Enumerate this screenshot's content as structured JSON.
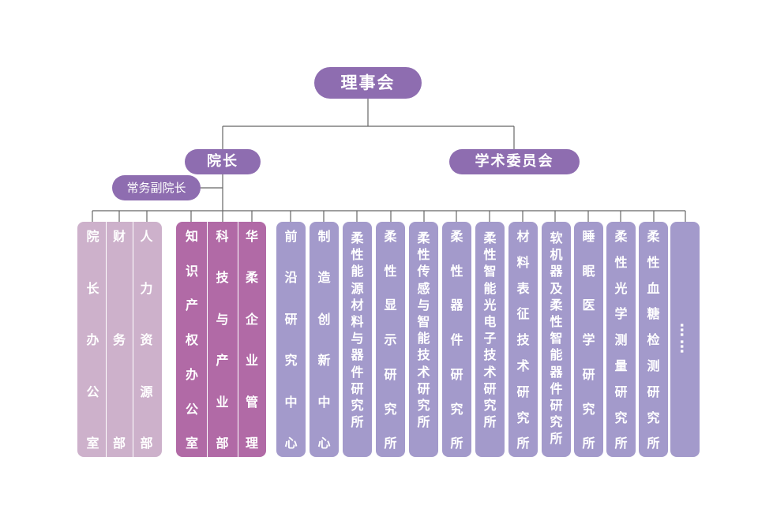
{
  "board": "理事会",
  "president": "院长",
  "executive_vice_president": "常务副院长",
  "academic_committee": "学术委员会",
  "admin_units": [
    "院长办公室",
    "财务部",
    "人力资源部"
  ],
  "corporate_units": [
    "知识产权办公室",
    "科技与产业部",
    "华柔企业管理"
  ],
  "research_units": [
    "前沿研究中心",
    "制造创新中心",
    "柔性能源材料与器件研究所",
    "柔性显示研究所",
    "柔性传感与智能技术研究所",
    "柔性器件研究所",
    "柔性智能光电子技术研究所",
    "材料表征技术研究所",
    "软机器及柔性智能器件研究所",
    "睡眠医学研究所",
    "柔性光学测量研究所",
    "柔性血糖检测研究所"
  ],
  "more_marker": "……",
  "colors": {
    "top_pill": "#8e6db0",
    "admin_box": "#cdb1cb",
    "corporate_box": "#b16aa6",
    "research_box": "#a39acb",
    "connector": "#666666"
  }
}
